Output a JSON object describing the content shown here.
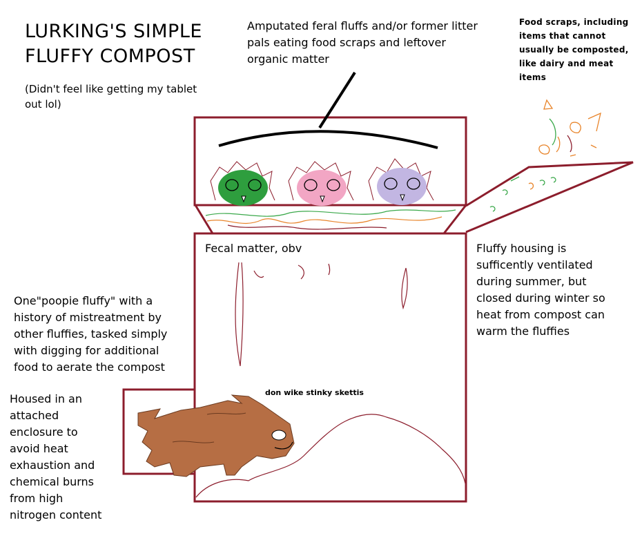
{
  "title": "LURKING'S SIMPLE\nFLUFFY COMPOST",
  "subtitle": "(Didn't feel like getting my tablet\nout lol)",
  "labels": {
    "fluffs": "Amputated feral fluffs and/or former litter\npals eating food scraps and leftover\norganic matter",
    "food_scraps": "Food scraps, including\nitems that cannot\nusually be composted,\nlike dairy and meat\nitems",
    "fecal": "Fecal matter, obv",
    "ventilation": "Fluffy housing is\nsufficently ventilated\nduring summer, but\nclosed during winter so\nheat from compost can\nwarm the fluffies",
    "poopie": "One\"poopie fluffy\" with a\nhistory of mistreatment by\nother fluffies, tasked simply\nwith digging for additional\nfood to aerate the compost",
    "enclosure": "Housed in an\nattached\nenclosure to\navoid heat\nexhaustion and\nchemical burns\nfrom high\nnitrogen content",
    "speech": "don wike stinky skettis"
  },
  "colors": {
    "frame": "#8c1d2c",
    "fluff_green": "#2e9e3e",
    "fluff_pink": "#f2a6c4",
    "fluff_lavender": "#c2b6e2",
    "poopie_brown": "#b66e44",
    "scrap_orange": "#e8842a",
    "scrap_green": "#3aa84a"
  }
}
